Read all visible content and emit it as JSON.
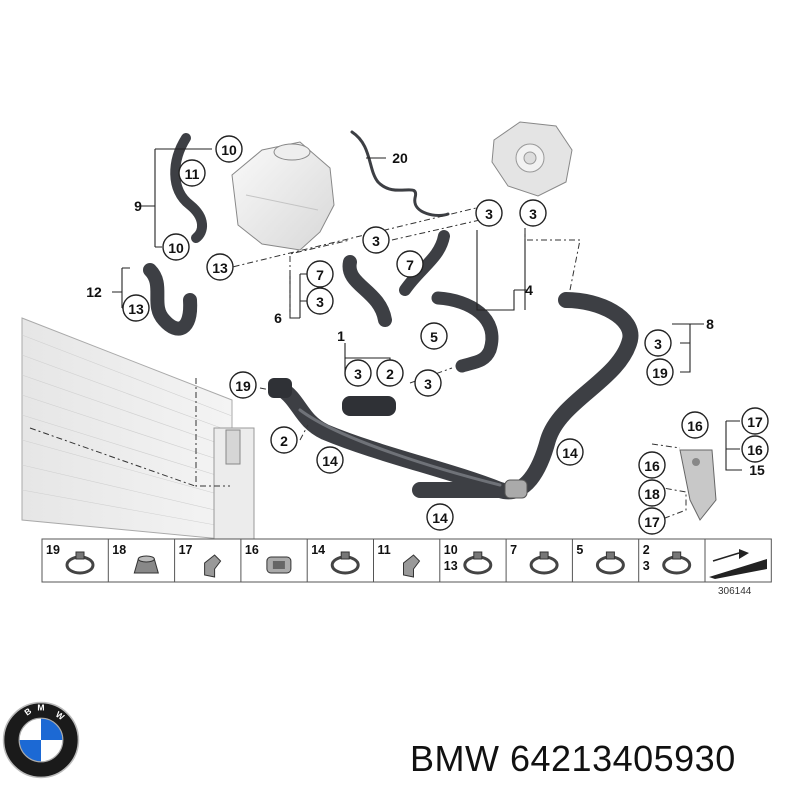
{
  "diagram": {
    "reference_number": "306144",
    "callouts": {
      "c10a": "10",
      "c11": "11",
      "c9": "9",
      "c10b": "10",
      "c20": "20",
      "c12": "12",
      "c13a": "13",
      "c13b": "13",
      "c3a": "3",
      "c3b": "3",
      "c3c": "3",
      "c3d": "3",
      "c7a": "7",
      "c3e": "3",
      "c7b": "7",
      "c6": "6",
      "c4": "4",
      "c1": "1",
      "c5": "5",
      "c3f": "3",
      "c2a": "2",
      "c3g": "3",
      "c8": "8",
      "c3h": "3",
      "c19a": "19",
      "c19b": "19",
      "c2b": "2",
      "c14a": "14",
      "c14b": "14",
      "c14c": "14",
      "c16a": "16",
      "c17a": "17",
      "c16b": "16",
      "c15": "15",
      "c16c": "16",
      "c18": "18",
      "c17b": "17"
    },
    "parts_strip": [
      {
        "labels": [
          "19"
        ],
        "icon": "hose-clamp-icon"
      },
      {
        "labels": [
          "18"
        ],
        "icon": "nut-icon"
      },
      {
        "labels": [
          "17"
        ],
        "icon": "bracket-icon"
      },
      {
        "labels": [
          "16"
        ],
        "icon": "clip-icon"
      },
      {
        "labels": [
          "14"
        ],
        "icon": "spring-clamp-icon"
      },
      {
        "labels": [
          "11"
        ],
        "icon": "holder-clip-icon"
      },
      {
        "labels": [
          "10",
          "13"
        ],
        "icon": "spring-band-clamp-icon"
      },
      {
        "labels": [
          "7"
        ],
        "icon": "ear-clamp-icon"
      },
      {
        "labels": [
          "5"
        ],
        "icon": "spring-clip-icon"
      },
      {
        "labels": [
          "2",
          "3"
        ],
        "icon": "hose-clamp-icon"
      },
      {
        "labels": [],
        "icon": "shim-plate-icon"
      }
    ]
  },
  "caption": {
    "brand": "BMW",
    "part_number": "64213405930",
    "text": "BMW 64213405930"
  },
  "logo": {
    "icon": "bmw-roundel-icon",
    "letters": "BMW",
    "colors": {
      "blue": "#1c69d4",
      "ring": "#1a1a1a"
    }
  }
}
